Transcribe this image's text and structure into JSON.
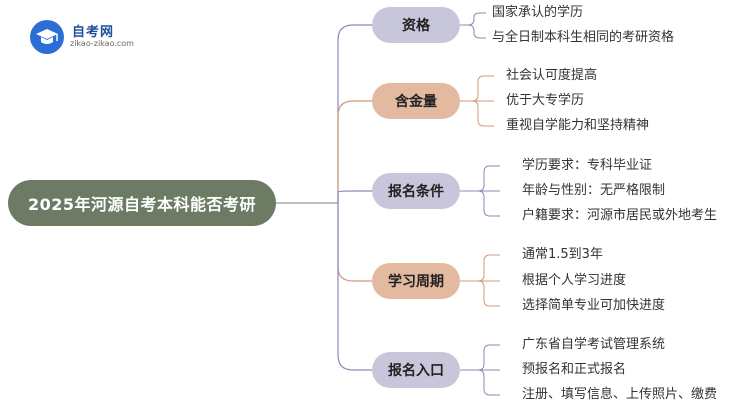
{
  "logo": {
    "name": "自考网",
    "url": "zikao-zikao.com"
  },
  "root": "2025年河源自考本科能否考研",
  "branches": [
    {
      "label": "资格",
      "color": "#c8c6db",
      "items": [
        "国家承认的学历",
        "与全日制本科生相同的考研资格"
      ]
    },
    {
      "label": "含金量",
      "color": "#e3b9a0",
      "items": [
        "社会认可度提高",
        "优于大专学历",
        "重视自学能力和坚持精神"
      ]
    },
    {
      "label": "报名条件",
      "color": "#c8c6db",
      "items": [
        "学历要求：专科毕业证",
        "年龄与性别：无严格限制",
        "户籍要求：河源市居民或外地考生"
      ]
    },
    {
      "label": "学习周期",
      "color": "#e3b9a0",
      "items": [
        "通常1.5到3年",
        "根据个人学习进度",
        "选择简单专业可加快进度"
      ]
    },
    {
      "label": "报名入口",
      "color": "#c8c6db",
      "items": [
        "广东省自学考试管理系统",
        "预报名和正式报名",
        "注册、填写信息、上传照片、缴费"
      ]
    }
  ]
}
